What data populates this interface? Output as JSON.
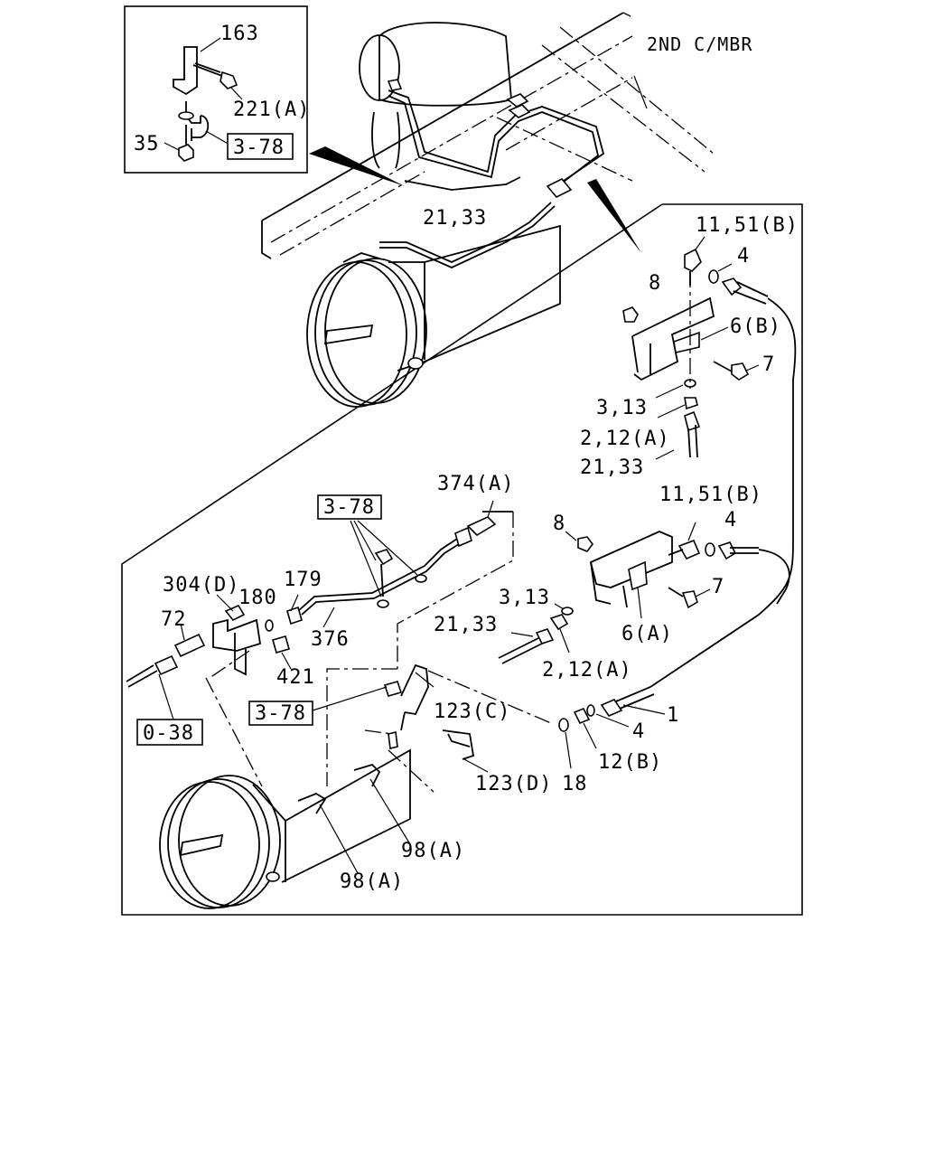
{
  "labels": {
    "l163": "163",
    "l221a": "221(A)",
    "l35": "35",
    "ref_inset": "3-78",
    "l2nd": "2ND C/MBR",
    "l2133_top": "21,33",
    "l1151b_1": "11,51(B)",
    "l4_1": "4",
    "l8_1": "8",
    "l6b": "6(B)",
    "l7_1": "7",
    "l313_1": "3,13",
    "l212a_1": "2,12(A)",
    "l2133_2": "21,33",
    "l374a": "374(A)",
    "ref_upper": "3-78",
    "l1151b_2": "11,51(B)",
    "l8_2": "8",
    "l4_2": "4",
    "l304d": "304(D)",
    "l179": "179",
    "l180": "180",
    "l72": "72",
    "l7_2": "7",
    "l313_2": "3,13",
    "l2133_3": "21,33",
    "l376": "376",
    "l6a": "6(A)",
    "l421": "421",
    "l212a_2": "2,12(A)",
    "ref_0_38": "0-38",
    "ref_mid": "3-78",
    "l123c": "123(C)",
    "l1": "1",
    "l4_3": "4",
    "l12b": "12(B)",
    "l123d": "123(D)",
    "l18": "18",
    "l98a_1": "98(A)",
    "l98a_2": "98(A)"
  }
}
